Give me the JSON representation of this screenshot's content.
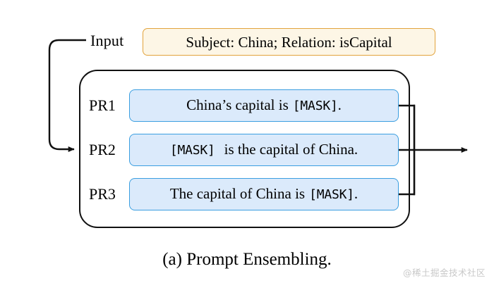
{
  "figure": {
    "caption": "(a) Prompt Ensembling.",
    "watermark": "@稀土掘金技术社区"
  },
  "input": {
    "label": "Input",
    "box_text": "Subject: China; Relation: isCapital",
    "fill_color": "#fdf6e6",
    "border_color": "#e2a33c"
  },
  "ensemble": {
    "border_color": "#111111",
    "row_fill_color": "#dbeafb",
    "row_border_color": "#3a9ee0",
    "rows": [
      {
        "label": "PR1",
        "text": "China’s capital is [MASK].",
        "parts": [
          {
            "kind": "serif",
            "text": "China’s capital is"
          },
          {
            "kind": "mono",
            "text": "[MASK]"
          },
          {
            "kind": "serif",
            "text": "."
          }
        ]
      },
      {
        "label": "PR2",
        "text": "[MASK]  is the capital of China.",
        "parts": [
          {
            "kind": "mono",
            "text": "[MASK]"
          },
          {
            "kind": "serif",
            "text": "is the capital of China."
          }
        ]
      },
      {
        "label": "PR3",
        "text": "The capital of China is [MASK].",
        "parts": [
          {
            "kind": "serif",
            "text": "The capital of China is"
          },
          {
            "kind": "mono",
            "text": "[MASK]"
          },
          {
            "kind": "serif",
            "text": "."
          }
        ]
      }
    ]
  },
  "connectors": {
    "input_to_box": "curved arrow from Input label down into left edge of ensemble box",
    "rows_to_output": "three lines merge into vertical bus then one arrow exits right",
    "line_color": "#111111"
  }
}
